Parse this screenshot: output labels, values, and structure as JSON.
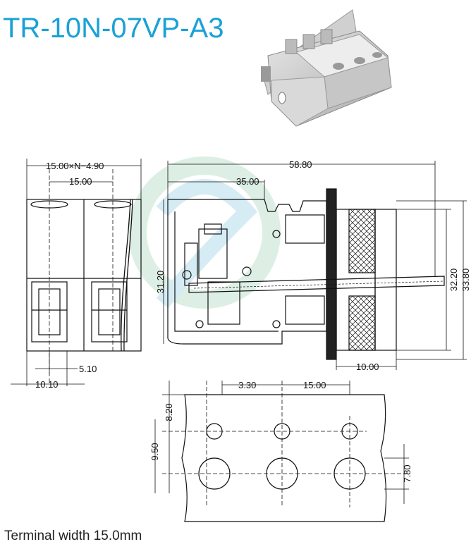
{
  "title": "TR-10N-07VP-A3",
  "caption": "Terminal width 15.0mm",
  "dimensions": {
    "front_top_width": "15.00×N−4.90",
    "front_pitch": "15.00",
    "front_bottom_small": "5.10",
    "front_bottom_width": "10.10",
    "side_total_length": "58.80",
    "side_inner_length": "35.00",
    "side_height_left": "31.20",
    "side_height_right_inner": "32.20",
    "side_height_right_outer": "33.80",
    "side_bottom_right": "10.00",
    "cutout_offset": "3.30",
    "cutout_pitch": "15.00",
    "cutout_top": "8.20",
    "cutout_vertical": "9.50",
    "cutout_small_hole_span": "7.80"
  },
  "colors": {
    "title": "#1aa1d6",
    "watermark": "#9fd3b3"
  },
  "icons": {
    "photo": "terminal-block-photo",
    "watermark": "logo-watermark"
  }
}
